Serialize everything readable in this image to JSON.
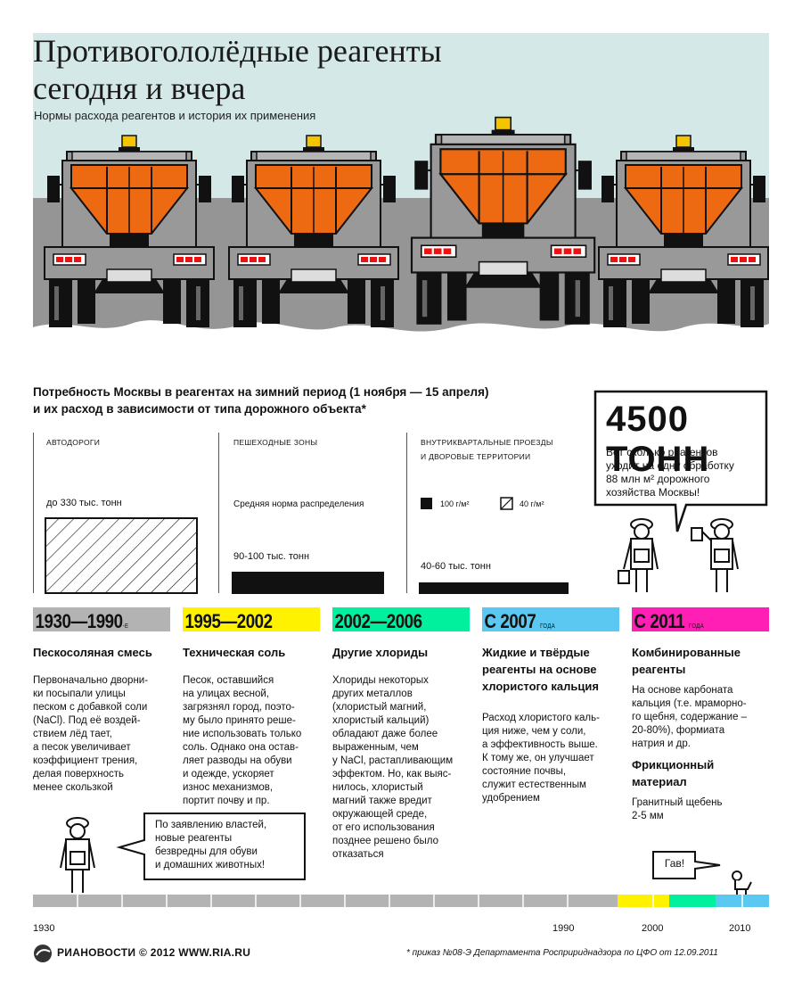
{
  "title_lines": [
    "Противогололёдные реагенты",
    "сегодня и вчера"
  ],
  "subtitle": "Нормы расхода реагентов и история их применения",
  "need": {
    "title_line1": "Потребность Москвы в реагентах на зимний период (1 ноября — 15 апреля)",
    "title_line2": "и их расход в зависимости от типа дорожного объекта*",
    "col1_label": "АВТОДОРОГИ",
    "col1_value": "до 330 тыс. тонн",
    "col2_label": "ПЕШЕХОДНЫЕ ЗОНЫ",
    "col2_norm": "Средняя норма распределения",
    "col2_value": "90-100 тыс. тонн",
    "col3_label_line1": "ВНУТРИКВАРТАЛЬНЫЕ ПРОЕЗДЫ",
    "col3_label_line2": "И ДВОРОВЫЕ ТЕРРИТОРИИ",
    "legend_solid": "100 г/м²",
    "legend_hatched": "40 г/м²",
    "col3_value": "40-60 тыс. тонн"
  },
  "total": {
    "big": "4500 ТОНН",
    "desc_line1": "Вот сколько реагентов",
    "desc_line2": "уходит на одну обработку",
    "desc_line3": "88 млн м² дорожного",
    "desc_line4": "хозяйства Москвы!"
  },
  "eras": [
    {
      "years": "1930—1990",
      "suffix": "-Е",
      "color": "#b3b3b3",
      "heading": "Пескосоляная смесь",
      "lines": [
        "Первоначально дворни-",
        "ки посыпали улицы",
        "песком с добавкой соли",
        "(NaCl). Под её воздей-",
        "ствием лёд тает,",
        "а песок увеличивает",
        "коэффициент трения,",
        "делая поверхность",
        "менее скользкой"
      ]
    },
    {
      "years": "1995—2002",
      "suffix": "",
      "color": "#fff200",
      "heading": "Техническая соль",
      "lines": [
        "Песок, оставшийся",
        "на улицах весной,",
        "загрязнял город, поэто-",
        "му было принято реше-",
        "ние использовать только",
        "соль. Однако она остав-",
        "ляет разводы на обуви",
        "и одежде, ускоряет",
        "износ механизмов,",
        "портит почву и пр."
      ]
    },
    {
      "years": "2002—2006",
      "suffix": "",
      "color": "#00f09e",
      "heading": "Другие хлориды",
      "lines": [
        "Хлориды некоторых",
        "других металлов",
        "(хлористый магний,",
        "хлористый кальций)",
        "обладают даже более",
        "выраженным, чем",
        "у NaCl, растапливающим",
        "эффектом. Но, как выяс-",
        "нилось, хлористый",
        "магний также вредит",
        "окружающей среде,",
        "от его использования",
        "позднее решено было",
        "отказаться"
      ]
    },
    {
      "years": "С 2007",
      "suffix": "ГОДА",
      "color": "#5ac8f0",
      "heading_lines": [
        "Жидкие и твёрдые",
        "реагенты на основе",
        "хлористого кальция"
      ],
      "lines": [
        "Расход хлористого каль-",
        "ция ниже, чем у соли,",
        "а эффективность выше.",
        "К тому же, он улучшает",
        "состояние почвы,",
        "служит естественным",
        "удобрением"
      ]
    },
    {
      "years": "С 2011",
      "suffix": "ГОДА",
      "color": "#ff1fb4",
      "heading_lines": [
        "Комбинированные",
        "реагенты"
      ],
      "lines": [
        "На основе карбоната",
        "кальция (т.е. мраморно-",
        "го щебня, содержание –",
        "20-80%), формиата",
        "натрия и др."
      ],
      "heading2_lines": [
        "Фрикционный",
        "материал"
      ],
      "lines2": [
        "Гранитный щебень",
        "2-5 мм"
      ]
    }
  ],
  "quote_lines": [
    "По заявлению властей,",
    "новые реагенты",
    "безвредны для обуви",
    "и домашних животных!"
  ],
  "dog_says": "Гав!",
  "years": [
    "1930",
    "1990",
    "2000",
    "2010"
  ],
  "logo": "РИАНОВОСТИ © 2012 WWW.RIA.RU",
  "footnote": "* приказ №08-Э Департамента Роспририднадзора по ЦФО от 12.09.2011",
  "colors": {
    "sky": "#d5e8e8",
    "road": "#959595",
    "hopper": "#ee6a12",
    "truck_gray": "#999999",
    "beacon": "#f4c400"
  }
}
